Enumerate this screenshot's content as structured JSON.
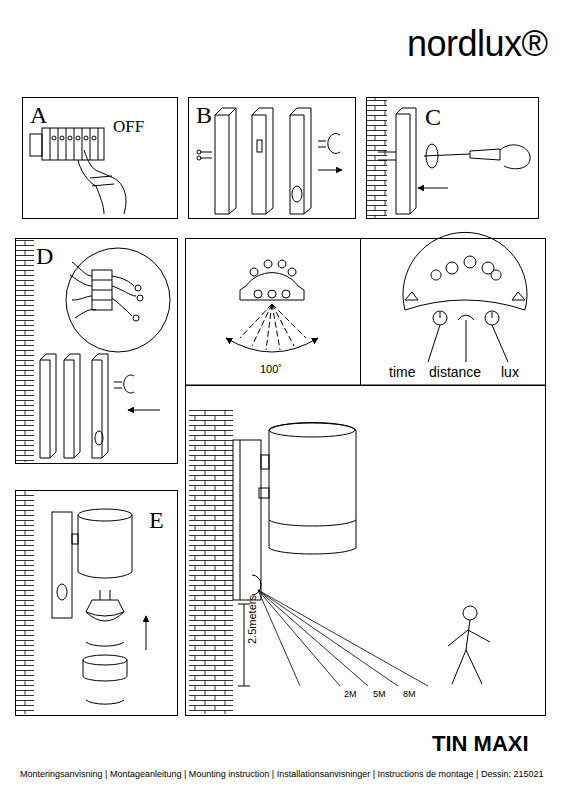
{
  "diagram": {
    "title": "TIN MAXI",
    "caption": "Monteringsanvisning | Montageanleitung | Mounting instruction | Installationsanvisninger | Instructions de montage | Dessin: 215021",
    "nodes": [
      {
        "text": [
          "A",
          "OFF"
        ]
      },
      {
        "text": [
          "B"
        ]
      },
      {
        "text": [
          "C"
        ]
      },
      {
        "text": [
          "D"
        ]
      },
      {
        "text": [
          "100˚"
        ]
      },
      {
        "text": [
          "time",
          "distance",
          "lux"
        ]
      },
      {
        "text": [
          "2.5meters",
          "2M",
          "5M",
          "8M"
        ]
      },
      {
        "text": [
          "E"
        ]
      }
    ],
    "labels": [
      "nordlux®"
    ]
  }
}
